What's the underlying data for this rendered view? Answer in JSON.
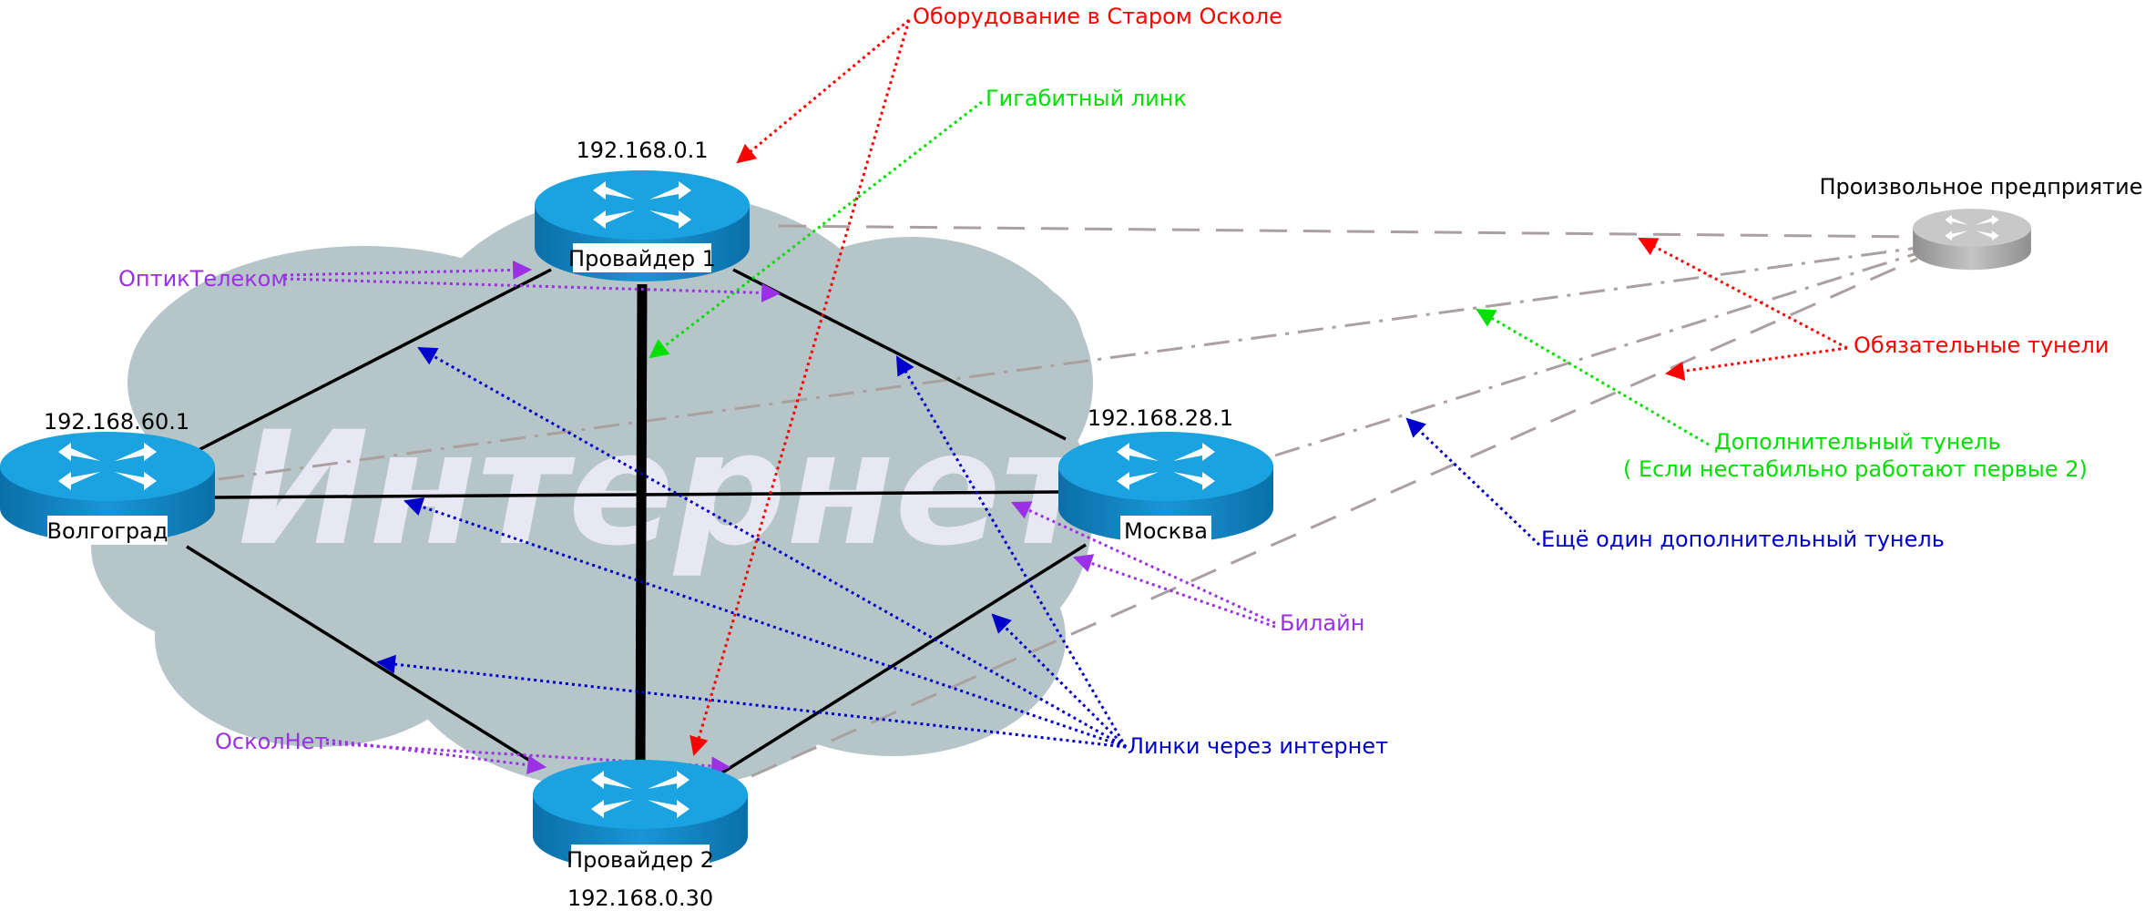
{
  "colors": {
    "red": "#ff0000",
    "green": "#00e000",
    "blue": "#0000cc",
    "purple": "#9b30e6",
    "tunnel": "#aaa0a0",
    "router_blue": "#1aa3e0",
    "router_gray": "#c0c0c0",
    "cloud": "#b5c5c8",
    "cloud_text": "#e8e8f4"
  },
  "cloud_text": "Интернет",
  "routers": {
    "provider1": {
      "name": "Провайдер 1",
      "ip": "192.168.0.1",
      "icon": "router-icon"
    },
    "provider2": {
      "name": "Провайдер 2",
      "ip": "192.168.0.30",
      "icon": "router-icon"
    },
    "volgograd": {
      "name": "Волгоград",
      "ip": "192.168.60.1",
      "icon": "router-icon"
    },
    "moscow": {
      "name": "Москва",
      "ip": "192.168.28.1",
      "icon": "router-icon"
    },
    "enterprise": {
      "name": "Произвольное предприятие",
      "icon": "router-icon"
    }
  },
  "annotations": {
    "staryi_oskol": "Оборудование в Старом Осколе",
    "gigabit": "Гигабитный линк",
    "optiktelekom": "ОптикТелеком",
    "mandatory_tunnels": "Обязательные тунели",
    "additional_tunnel": "Дополнительный тунель",
    "additional_tunnel_note": "( Если нестабильно работают первые 2)",
    "another_tunnel": "Ещё один дополнительный тунель",
    "beeline": "Билайн",
    "internet_links": "Линки через интернет",
    "oskolnet": "ОсколНет"
  }
}
